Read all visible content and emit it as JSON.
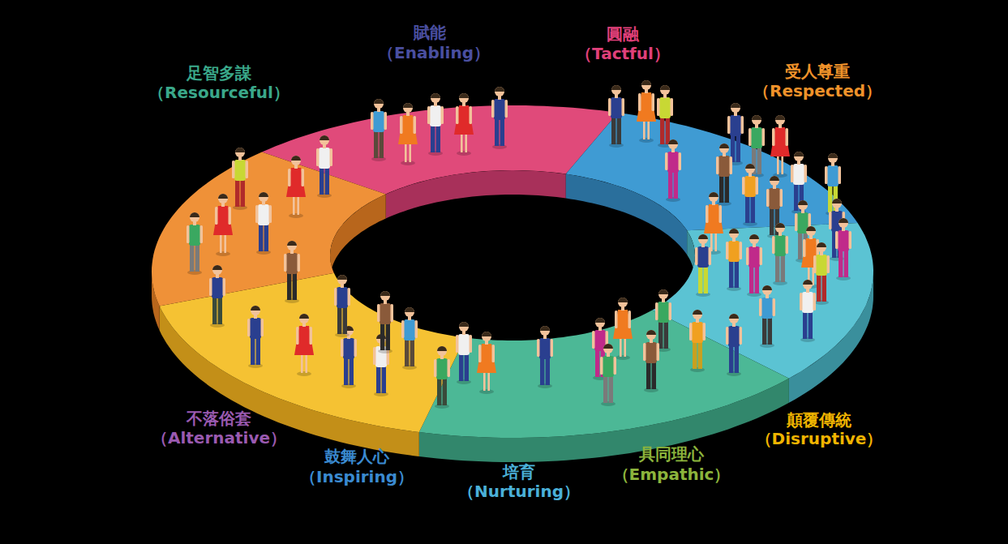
{
  "diagram": {
    "labels": [
      "足智多謀",
      "（Resourceful）",
      "賦能",
      "（Enabling）",
      "圓融",
      "（Tactful）",
      "受人尊重",
      "（Respected）",
      "不落俗套",
      "（Alternative）",
      "鼓舞人心",
      "（Inspiring）",
      "培育",
      "（Nurturing）",
      "具同理心",
      "（Empathic）",
      "顛覆傳統",
      "（Disruptive）"
    ]
  }
}
